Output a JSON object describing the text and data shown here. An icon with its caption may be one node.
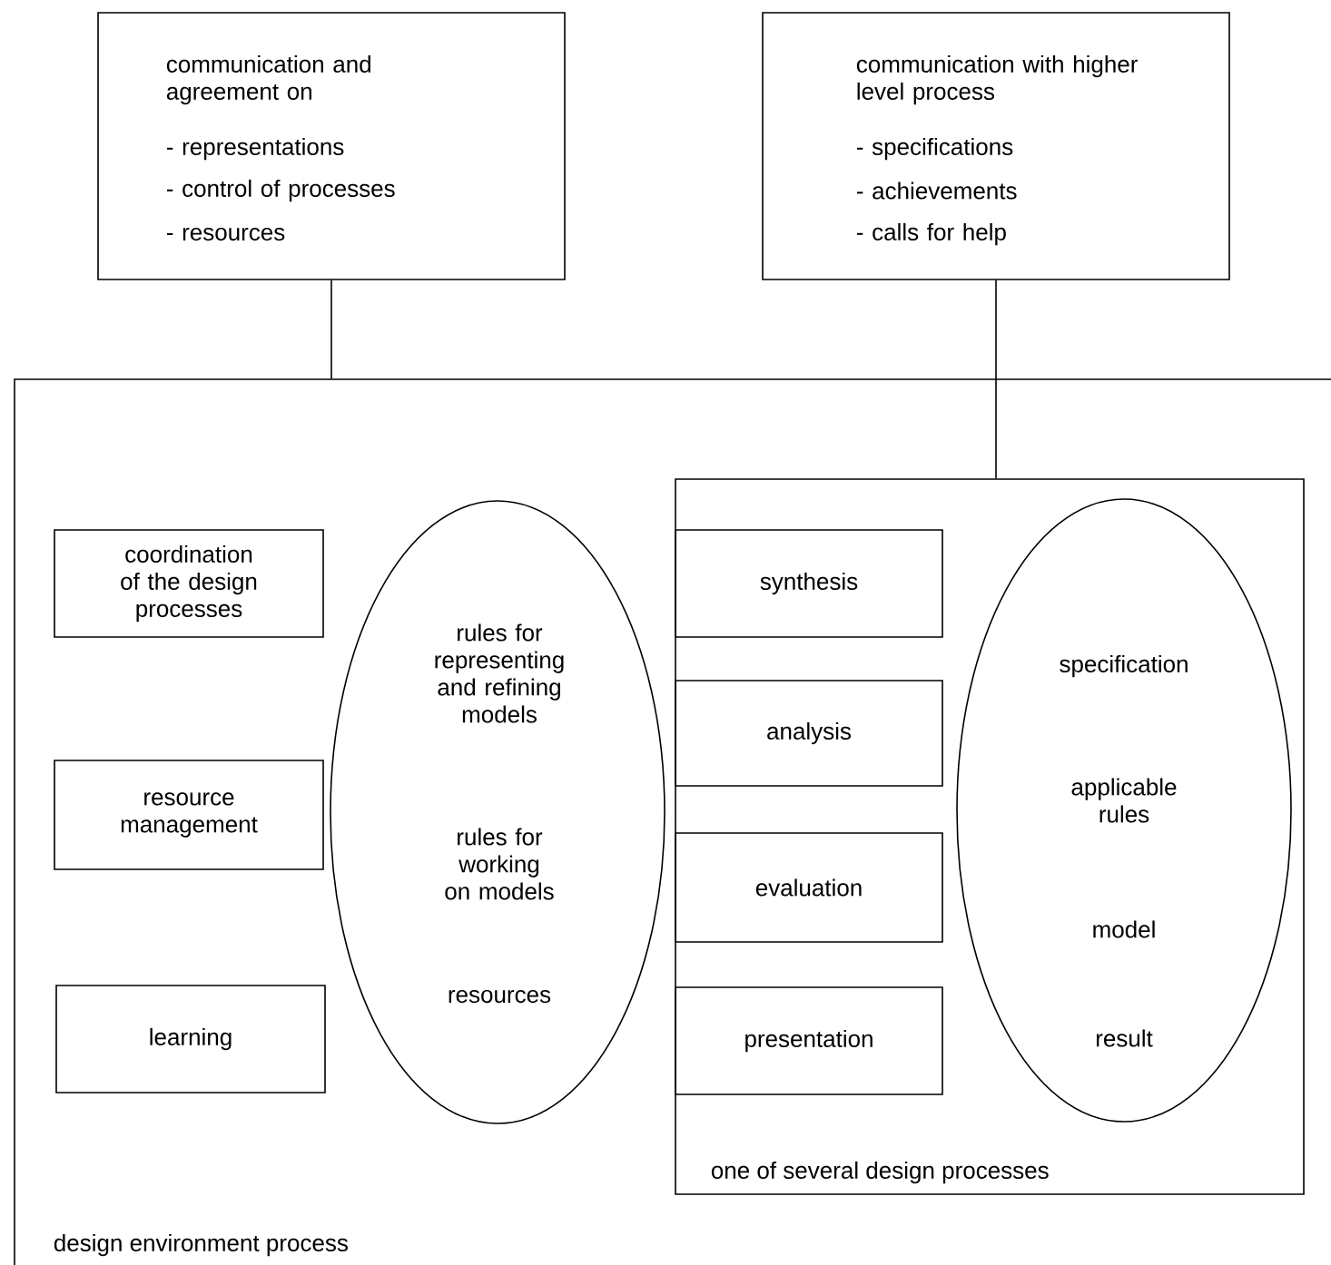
{
  "diagram": {
    "nodes": [
      {
        "text": [
          "communication and agreement on",
          "- representations",
          "- control of processes",
          "- resources"
        ]
      },
      {
        "text": [
          "communication with higher level process",
          "- specifications",
          "- achievements",
          "- calls for help"
        ]
      },
      {
        "text": [
          "design environment process"
        ]
      },
      {
        "text": [
          "coordination of the design processes"
        ],
        "in": 2
      },
      {
        "text": [
          "resource management"
        ],
        "in": 2
      },
      {
        "text": [
          "learning"
        ],
        "in": 2
      },
      {
        "text": [
          "rules for representing and refining models",
          "rules for working on models",
          "resources"
        ],
        "in": 2
      },
      {
        "text": [
          "one of several design processes"
        ],
        "in": 2
      },
      {
        "text": [
          "synthesis"
        ],
        "in": 7
      },
      {
        "text": [
          "analysis"
        ],
        "in": 7
      },
      {
        "text": [
          "evaluation"
        ],
        "in": 7
      },
      {
        "text": [
          "presentation"
        ],
        "in": 7
      },
      {
        "text": [
          "specification",
          "applicable rules",
          "model",
          "result"
        ],
        "in": 7
      }
    ],
    "edges": [
      {
        "from": 0,
        "to": 2,
        "arrow": "none"
      },
      {
        "from": 1,
        "to": 7,
        "arrow": "none"
      }
    ]
  }
}
